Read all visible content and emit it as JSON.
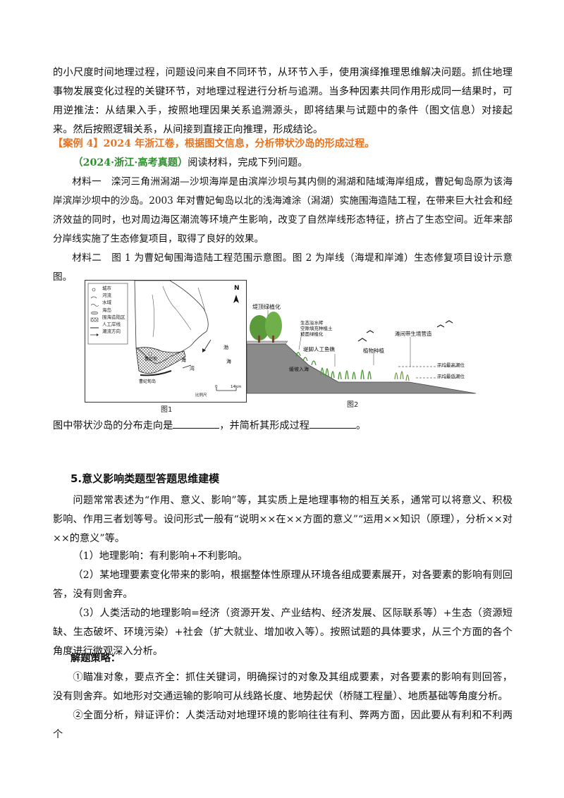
{
  "paragraphs": {
    "p1": "的小尺度时间地理过程，问题设问来自不同环节，从环节入手，使用演绎推理思维解决问题。抓住地理事物发展变化过程的关键环节，对地理过程进行分析与追溯。当多种因素共同作用形成同一结果时，可用逆推法：从结果入手，按照地理因果关系追溯源头，即将结果与试题中的条件（图文信息）对接起来。然后按照逻辑关系，从间接到直接正向推理，形成结论。",
    "case_label": "【案例 4】2024 年浙江卷，根据图文信息，分析带状沙岛的形成过程。",
    "source_tag": "（2024·浙江·高考真题）",
    "source_rest": "阅读材料，完成下列问题。",
    "material1": "材料一　滦河三角洲潟湖—沙坝海岸是由滨岸沙坝与其内侧的潟湖和陆域海岸组成，曹妃甸岛原为该海岸滨岸沙坝中的沙岛。2003 年对曹妃甸岛以北的浅海滩涂（潟湖）实施围海造陆工程，在带来巨大社会和经济效益的同时，也对周边海区潮流等环境产生影响，改变了自然岸线形态特征，挤占了生态空间。近年来部分岸线实施了生态修复项目，取得了良好的效果。",
    "material2": "材料二　图 1 为曹妃甸围海造陆工程范围示意图。图 2 为岸线（海堤和岸滩）生态修复项目设计示意图。",
    "question_a": "图中带状沙岛的分布走向是",
    "question_b": "，并简析其形成过程",
    "question_c": "。",
    "section_title": "5.意义影响类题型答题思维建模",
    "s5p1": "问题常常表述为“作用、意义、影响”等，其实质上是地理事物的相互关系，通常可以将意义、积极影响、作用三者划等号。设问形式一般有“说明××在××方面的意义”“运用××知识（原理），分析××对××的意义”等。",
    "s5p2": "（1）地理影响：有利影响+不利影响。",
    "s5p3": "（2）某地理要素变化带来的影响，根据整体性原理从环境各组成要素展开，对各要素的影响有则回答，没有则舍弃。",
    "s5p4": "（3）人类活动的地理影响=经济（资源开发、产业结构、经济发展、区际联系等）+生态（资源短缺、生态破坏、环境污染）+社会（扩大就业、增加收入等）。按照试题的具体要求，从三个方面的各个角度进行微观深入分析。",
    "strategy_title": "解题策略：",
    "s5p5": "①瞄准对象，要点齐全：抓住关键词，明确探讨的对象及其组成要素，对各要素的影响有则回答，没有则舍弃。如地形对交通运输的影响可从线路长度、地势起伏（桥隧工程量）、地质基础等角度分析。",
    "s5p6": "②全面分析，辩证评价：人类活动对地理环境的影响往往有利、弊两方面，因此要从有利和不利两个"
  },
  "figure1": {
    "caption": "图1",
    "north": "N",
    "legend": [
      "城市",
      "河流",
      "水域",
      "海岛",
      "围海造陆区",
      "人工岸线",
      "潮流方向"
    ],
    "places": [
      "曹妃甸",
      "曹妃甸岛"
    ],
    "sea_labels": [
      "渤",
      "海",
      "海",
      "湾"
    ],
    "scale_zero": "0",
    "scale_end": "14km",
    "scale_label": "比例尺"
  },
  "figure2": {
    "caption": "图2",
    "labels": {
      "crest": "堤顶绿植化",
      "slope1": "生态溢水砖",
      "slope2": "空隙填充种植土",
      "slope3": "坡面绿植化",
      "toe": "堤脚人工鱼礁",
      "toe2": "缓坡入海",
      "plants": "植物种植",
      "shoal": "滩间带生境营造",
      "high": "平均最高潮位",
      "low": "平均最低潮位"
    }
  },
  "colors": {
    "orange": "#e8731e",
    "green": "#2f8f2f",
    "ink": "#111111"
  }
}
